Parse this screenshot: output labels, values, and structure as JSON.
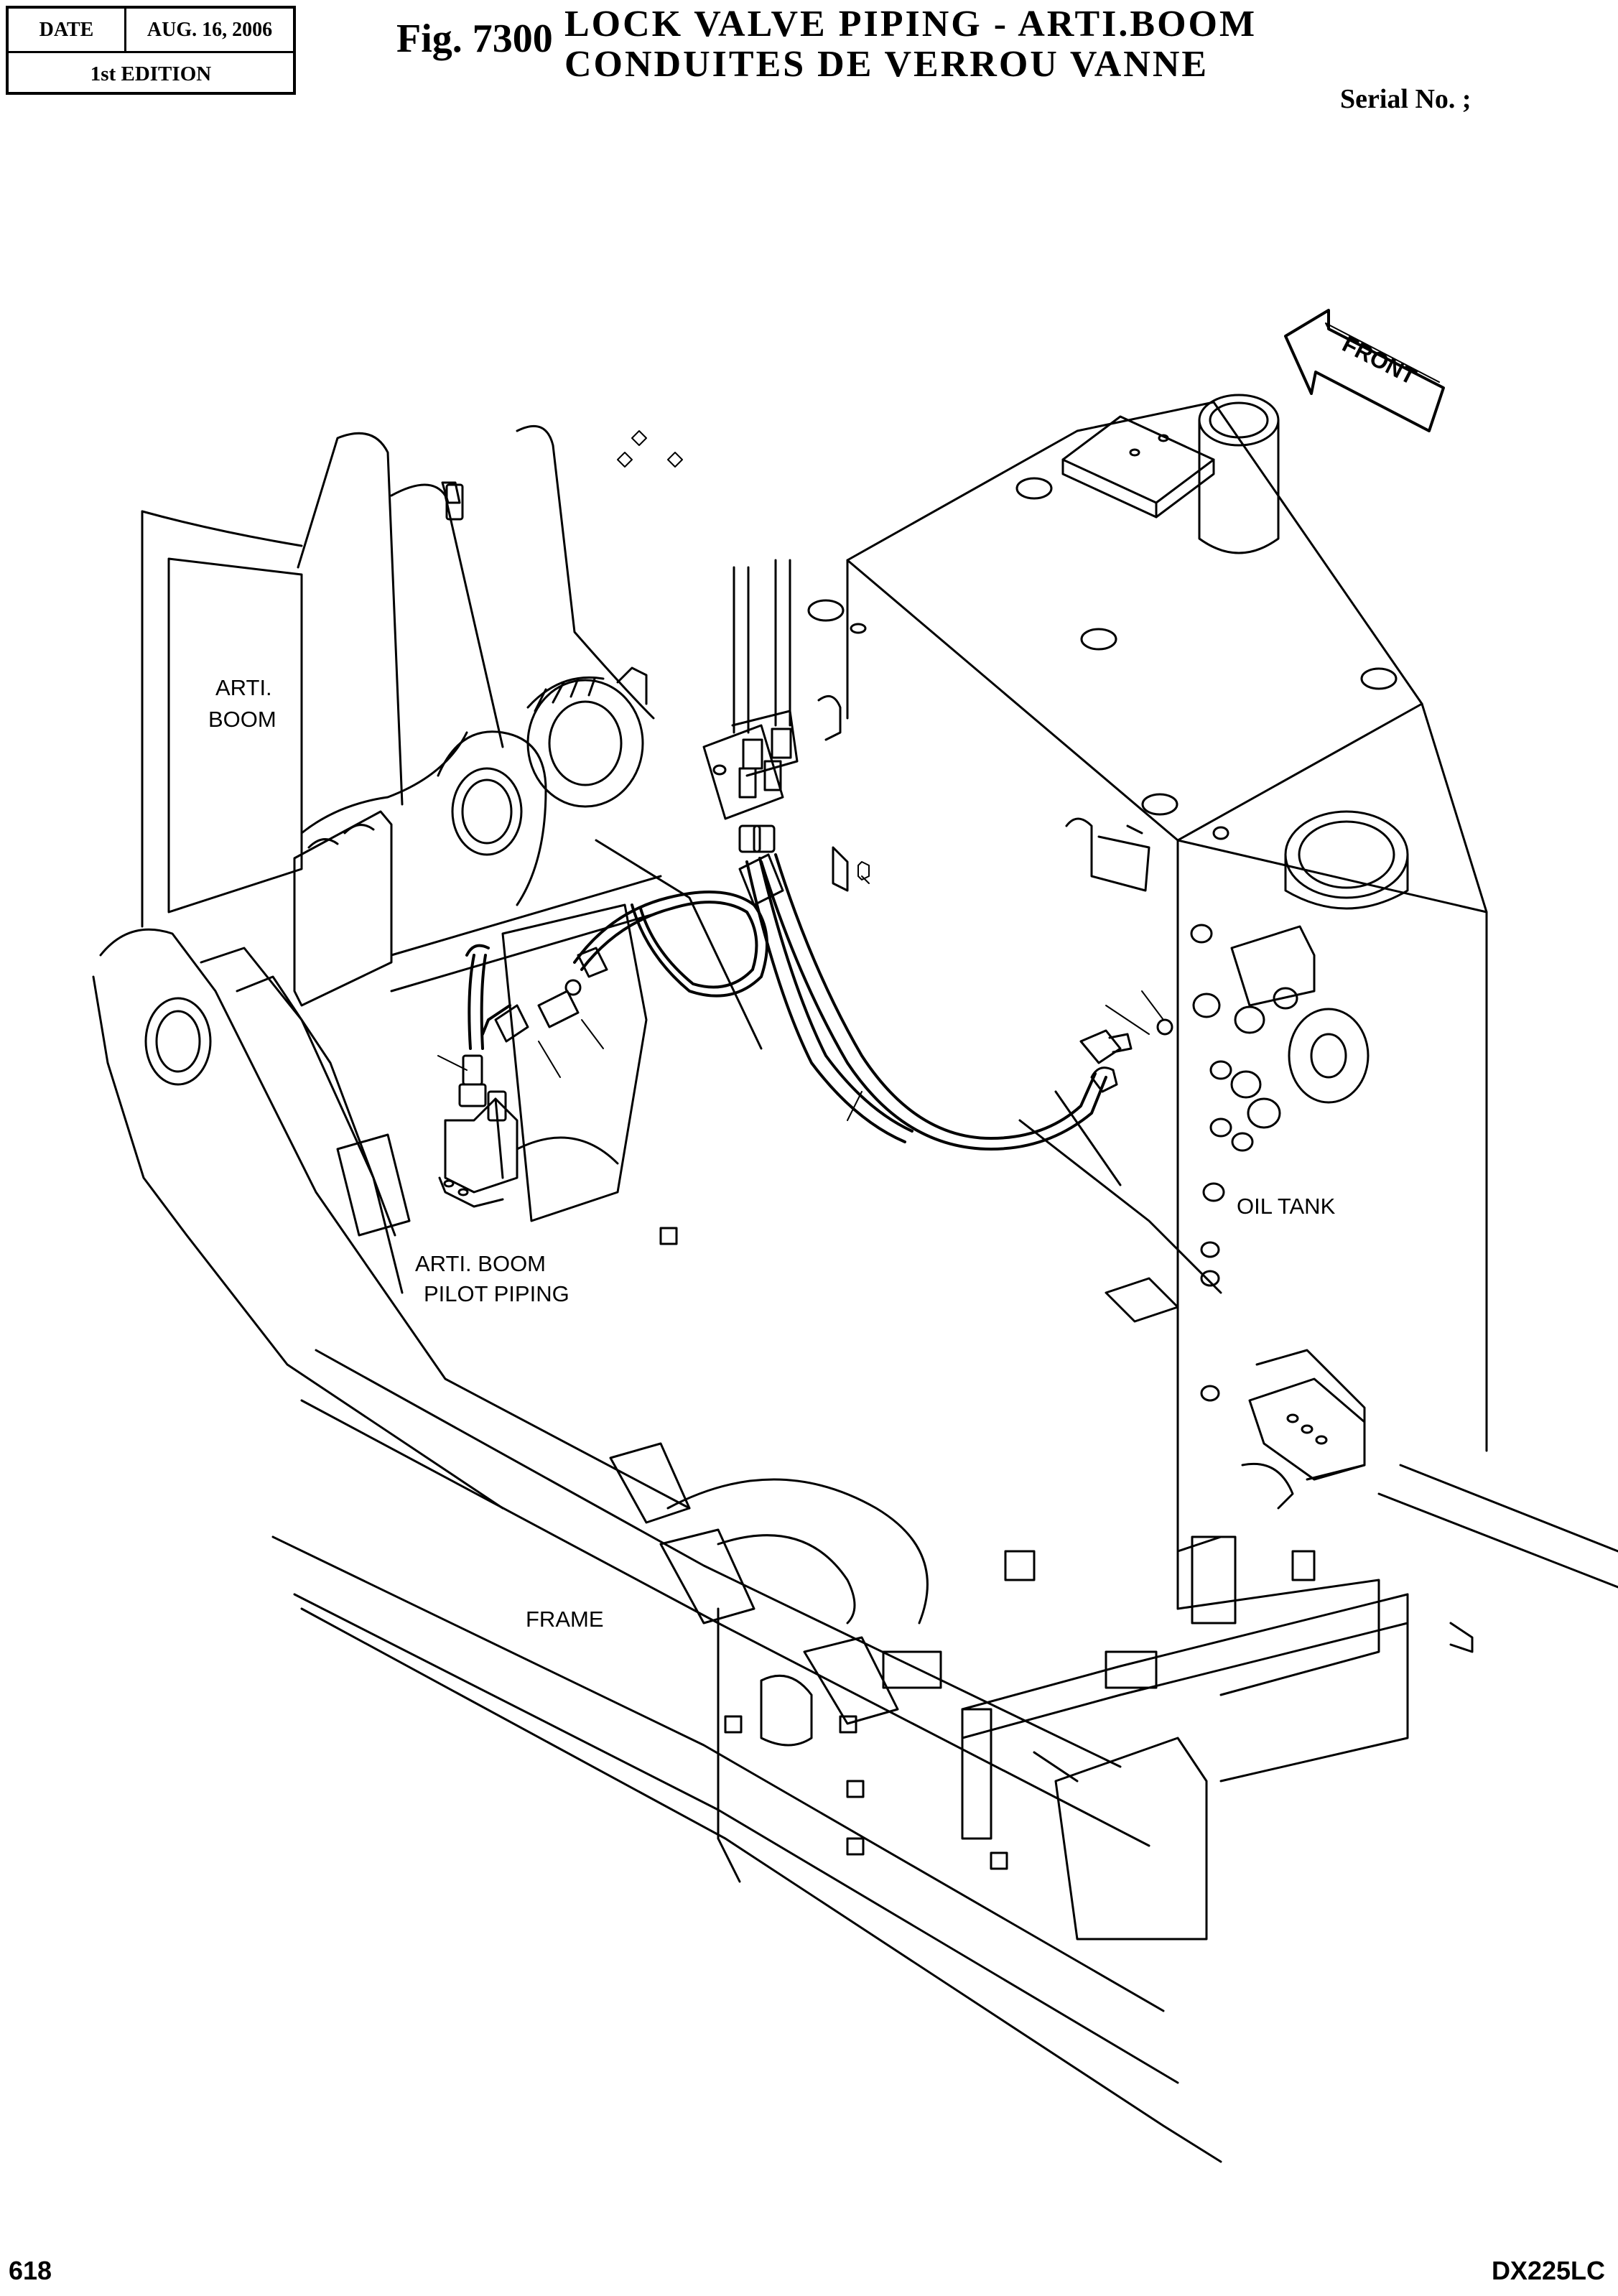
{
  "header": {
    "date_label": "DATE",
    "date_value": "AUG. 16, 2006",
    "edition": "1st EDITION",
    "fig_number": "Fig. 7300",
    "title_en": "LOCK  VALVE  PIPING  -  ARTI.BOOM",
    "title_fr": "CONDUITES  DE  VERROU  VANNE",
    "serial": "Serial No. ;"
  },
  "diagram": {
    "front_label": "FRONT",
    "arti_boom_line1": "ARTI.",
    "arti_boom_line2": "BOOM",
    "pilot_line1": "ARTI. BOOM",
    "pilot_line2": "PILOT PIPING",
    "oil_tank": "OIL TANK",
    "frame": "FRAME"
  },
  "footer": {
    "page_number": "618",
    "model": "DX225LC"
  }
}
